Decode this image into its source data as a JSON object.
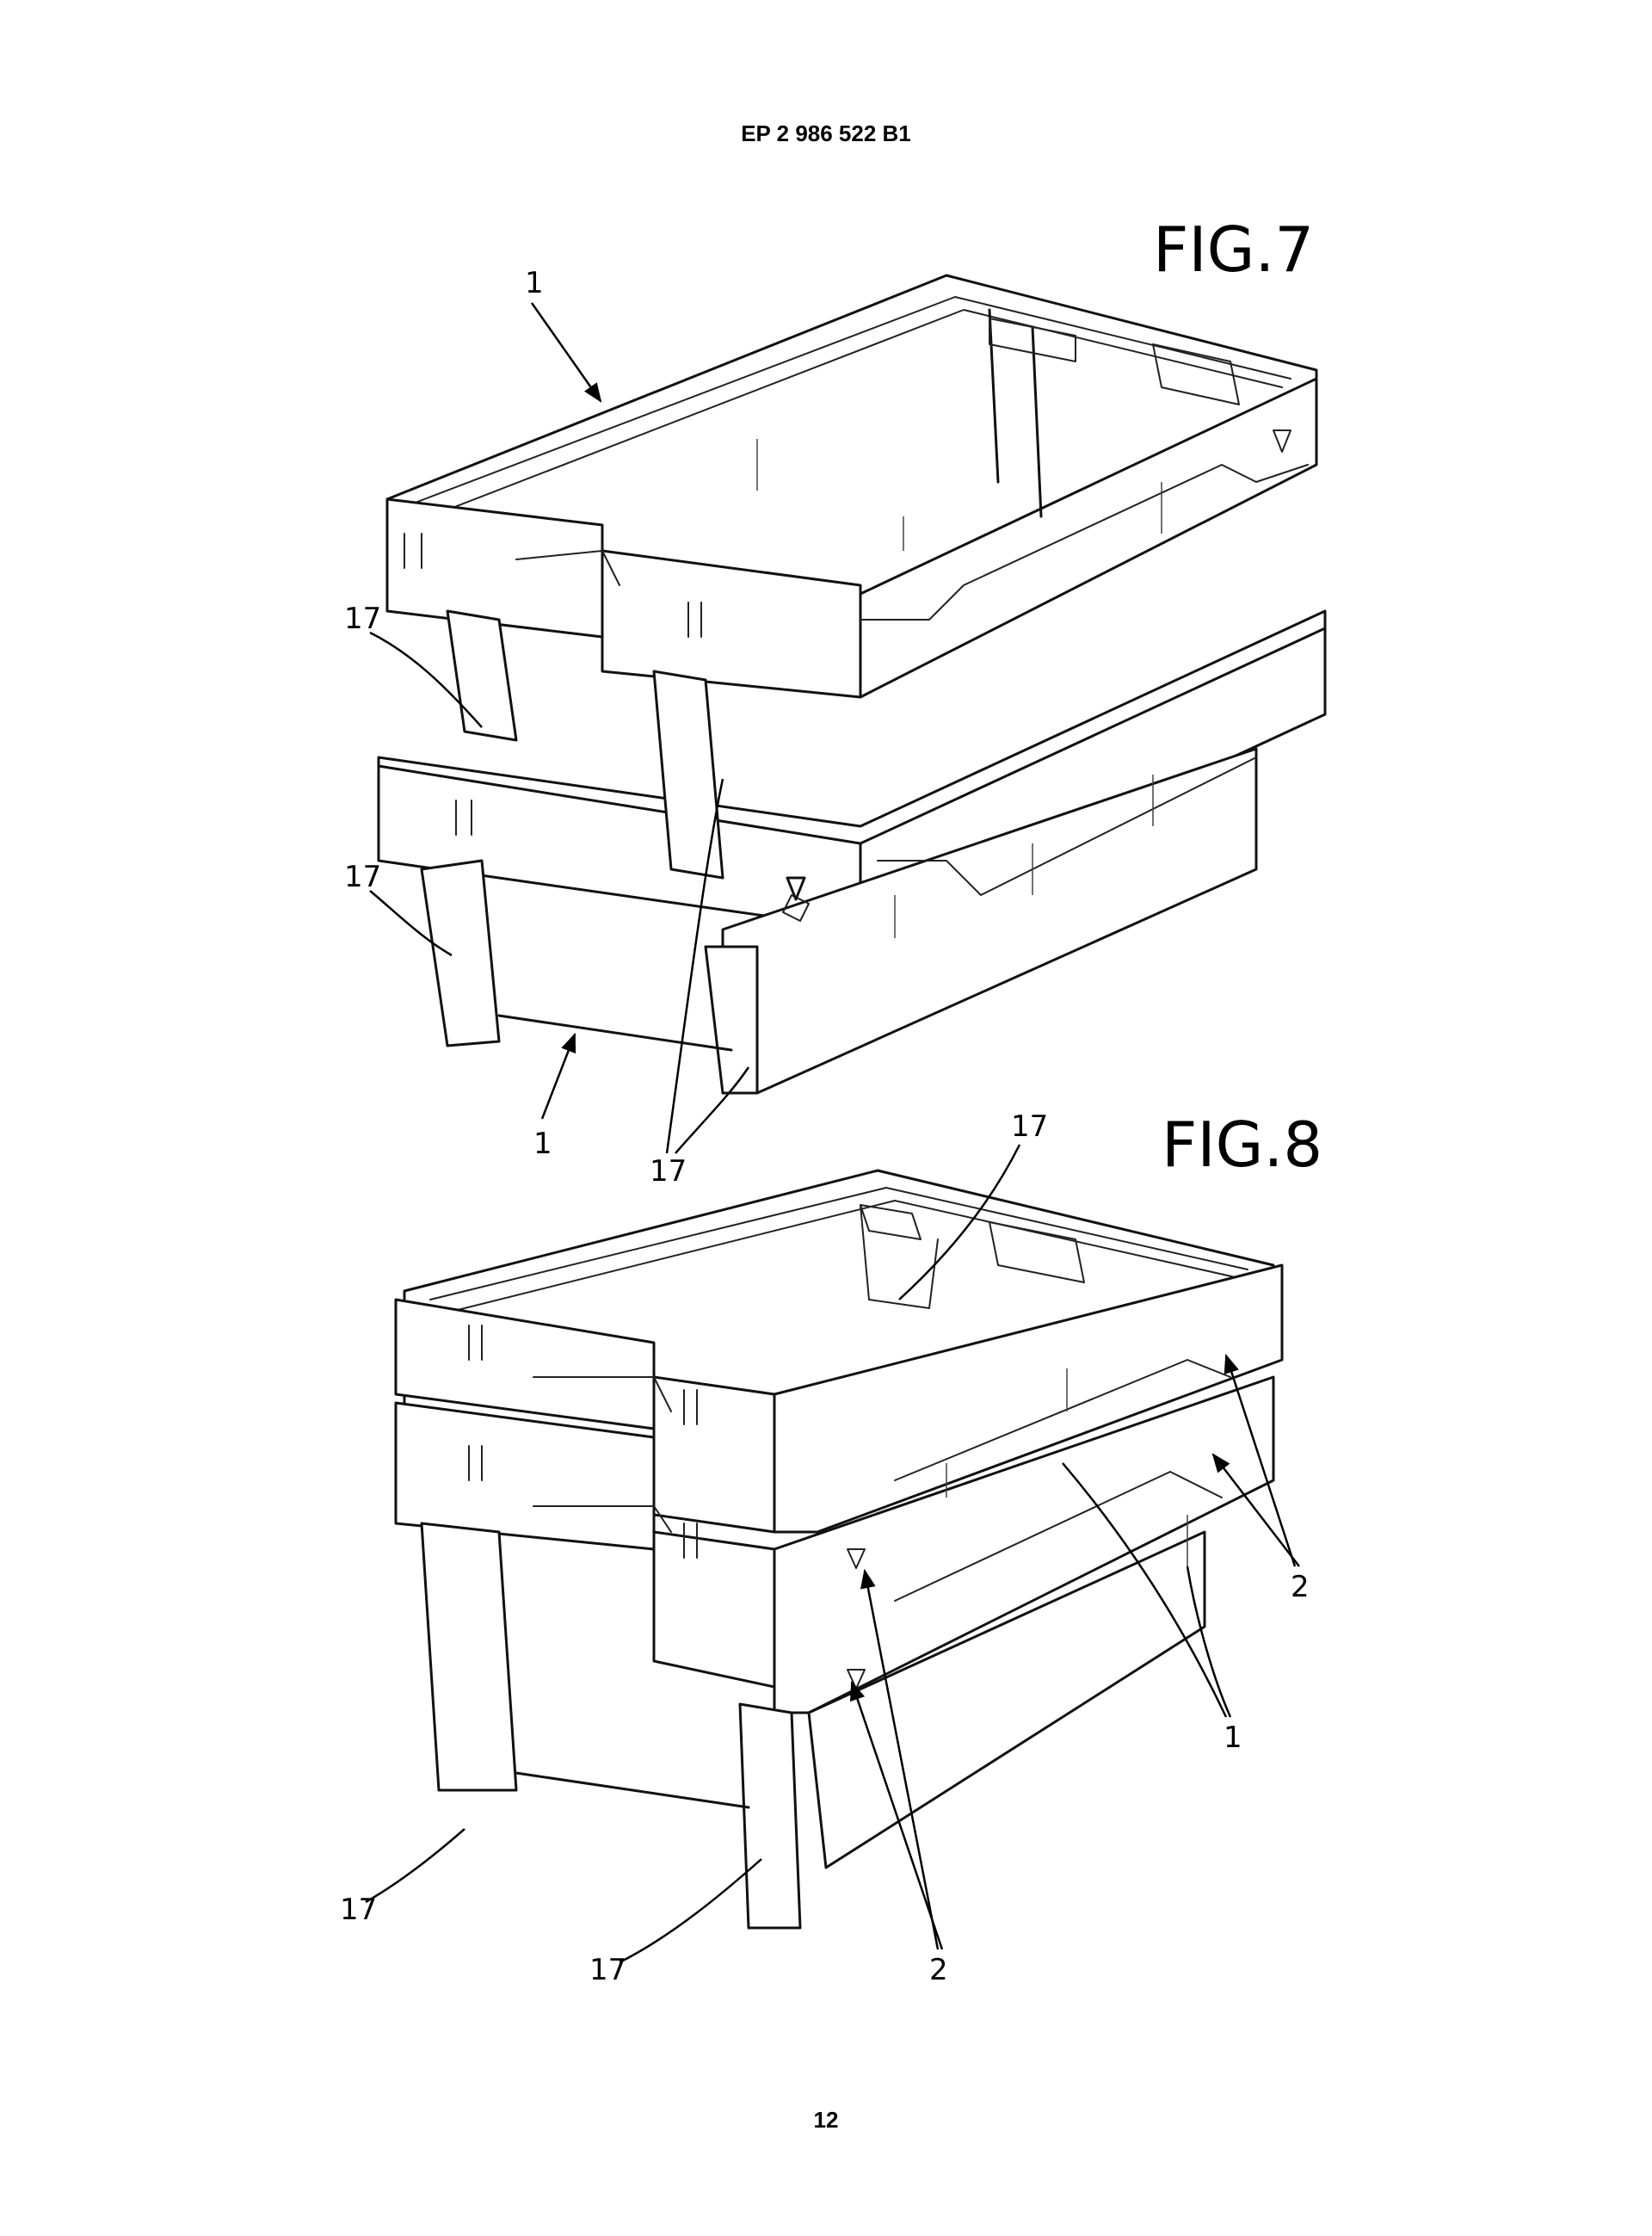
{
  "header": {
    "patent_number": "EP 2 986 522 B1"
  },
  "page_number": "12",
  "figures": [
    {
      "label": "FIG.7",
      "refs": [
        "1",
        "17",
        "17",
        "1",
        "17"
      ]
    },
    {
      "label": "FIG.8",
      "refs": [
        "17",
        "2",
        "1",
        "17",
        "17",
        "2"
      ]
    }
  ]
}
